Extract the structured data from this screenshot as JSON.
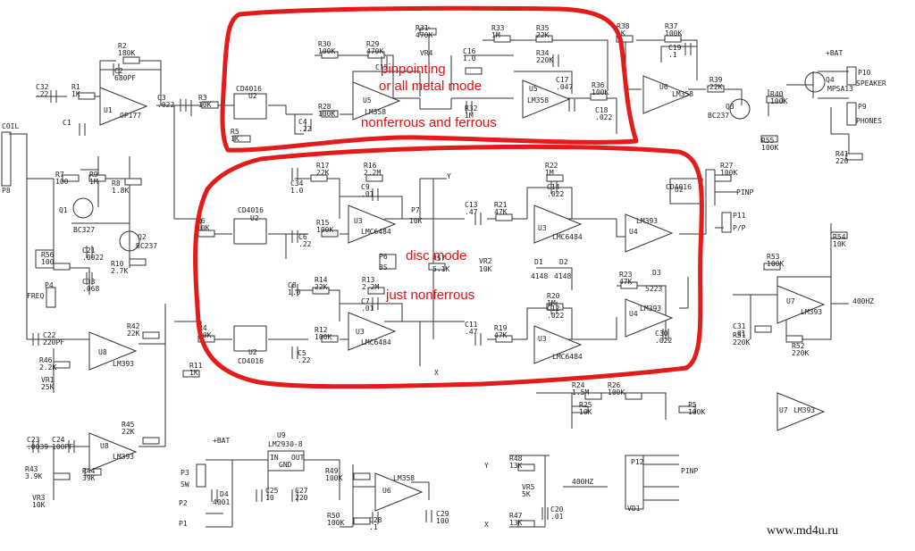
{
  "annotations": {
    "top_1": "pinpointing",
    "top_2": "or all metal mode",
    "top_3": "nonferrous and ferrous",
    "mid_1": "disc mode",
    "mid_2": "just nonferrous"
  },
  "watermark": "www.md4u.ru",
  "connectors": {
    "coil": "COIL",
    "p8": "P8",
    "freq": "FREQ",
    "p4": "P4",
    "p10": "P10",
    "speaker": "SPEAKER",
    "p9": "P9",
    "phones": "PHONES",
    "p11": "P11",
    "pp": "P/P",
    "pinp_a": "PINP",
    "pinp_b": "PINP",
    "out400": "400HZ",
    "in400": "400HZ",
    "p12": "P12",
    "vd1": "VD1",
    "p3": "P3",
    "sw": "SW",
    "p2": "P2",
    "p1": "P1",
    "bat_a": "+BAT",
    "bat_b": "+BAT",
    "y_a": "Y",
    "x_a": "X",
    "y_b": "Y",
    "x_b": "X",
    "p6": "P6",
    "bs": "BS",
    "vr2": "VR2",
    "vr2_val": "10K",
    "p7": "P7",
    "p7_val": "10K",
    "r57": "R57",
    "r57_val": "5.1K"
  },
  "ics": {
    "u1": "U1",
    "u1_type": "OP177",
    "u2a": "U2",
    "u2a_type": "CD4016",
    "u2b": "U2",
    "u2b_type": "CD4016",
    "u2c": "U2",
    "u2c_type": "CD4016",
    "u2d": "U2",
    "u2d_type": "CD4016",
    "u3a": "U3",
    "u3a_type": "LMC6484",
    "u3b": "U3",
    "u3b_type": "LMC6484",
    "u3c": "U3",
    "u3c_type": "LMC6484",
    "u3d": "U3",
    "u3d_type": "LMC6484",
    "u4a": "U4",
    "u4a_type": "LM393",
    "u4b": "U4",
    "u4b_type": "LM393",
    "u5a": "U5",
    "u5a_type": "LM358",
    "u5b": "U5",
    "u5b_type": "LM358",
    "u6a": "U6",
    "u6a_type": "LM358",
    "u6b": "U6",
    "u6b_type": "LM358",
    "u7a": "U7",
    "u7a_type": "LM393",
    "u7b": "U7",
    "u7b_type": "LM393",
    "u8a": "U8",
    "u8a_type": "LM393",
    "u8b": "U8",
    "u8b_type": "LM393",
    "u9": "U9",
    "u9_type": "LM2930-8",
    "in": "IN",
    "out": "OUT",
    "gnd": "GND",
    "q1": "Q1",
    "q1_type": "BC327",
    "q2": "Q2",
    "q2_type": "BC237",
    "q3": "Q3",
    "q3_type": "BC237",
    "q4": "Q4",
    "q4_type": "MPSA13",
    "d1": "D1",
    "d1_type": "4148",
    "d2": "D2",
    "d2_type": "4148",
    "d3": "D3",
    "d3_type": "5223",
    "d4": "D4",
    "d4_type": "4001"
  },
  "parts": [
    {
      "ref": "C32",
      "val": ".22"
    },
    {
      "ref": "R1",
      "val": "1K"
    },
    {
      "ref": "C1",
      "val": ""
    },
    {
      "ref": "R2",
      "val": "180K"
    },
    {
      "ref": "C2",
      "val": "680PF"
    },
    {
      "ref": "C3",
      "val": ".022"
    },
    {
      "ref": "R3",
      "val": "10K"
    },
    {
      "ref": "R5",
      "val": "1K"
    },
    {
      "ref": "C4",
      "val": ".22"
    },
    {
      "ref": "R28",
      "val": "100K"
    },
    {
      "ref": "R30",
      "val": "100K"
    },
    {
      "ref": "R29",
      "val": "470K"
    },
    {
      "ref": "C15",
      "val": ""
    },
    {
      "ref": "R31",
      "val": "470K"
    },
    {
      "ref": "VR4",
      "val": ""
    },
    {
      "ref": "R32",
      "val": "1M"
    },
    {
      "ref": "C16",
      "val": "1.0"
    },
    {
      "ref": "R33",
      "val": "1M"
    },
    {
      "ref": "R35",
      "val": "22K"
    },
    {
      "ref": "R34",
      "val": "220K"
    },
    {
      "ref": "C17",
      "val": ".047"
    },
    {
      "ref": "R36",
      "val": "100K"
    },
    {
      "ref": "C18",
      "val": ".022"
    },
    {
      "ref": "R38",
      "val": "1K"
    },
    {
      "ref": "R37",
      "val": "100K"
    },
    {
      "ref": "C19",
      "val": ".1"
    },
    {
      "ref": "R39",
      "val": "22K"
    },
    {
      "ref": "R40",
      "val": "100K"
    },
    {
      "ref": "R55",
      "val": "100K"
    },
    {
      "ref": "R41",
      "val": "220"
    },
    {
      "ref": "R7",
      "val": "100"
    },
    {
      "ref": "R9",
      "val": "1M"
    },
    {
      "ref": "R8",
      "val": "1.8K"
    },
    {
      "ref": "C21",
      "val": ".0022"
    },
    {
      "ref": "R10",
      "val": "2.7K"
    },
    {
      "ref": "R56",
      "val": "100"
    },
    {
      "ref": "C33",
      "val": ".068"
    },
    {
      "ref": "C34",
      "val": "1.0"
    },
    {
      "ref": "R17",
      "val": "22K"
    },
    {
      "ref": "R16",
      "val": "2.2M"
    },
    {
      "ref": "C9",
      "val": ".01"
    },
    {
      "ref": "R6",
      "val": "10K"
    },
    {
      "ref": "R15",
      "val": "100K"
    },
    {
      "ref": "C6",
      "val": ".22"
    },
    {
      "ref": "C13",
      "val": ".47"
    },
    {
      "ref": "R21",
      "val": "47K"
    },
    {
      "ref": "R22",
      "val": "1M"
    },
    {
      "ref": "C14",
      "val": ".022"
    },
    {
      "ref": "R27",
      "val": "100K"
    },
    {
      "ref": "C8",
      "val": "1.0"
    },
    {
      "ref": "R14",
      "val": "22K"
    },
    {
      "ref": "R13",
      "val": "2.2M"
    },
    {
      "ref": "C7",
      "val": ".01"
    },
    {
      "ref": "R4",
      "val": "10K"
    },
    {
      "ref": "R12",
      "val": "100K"
    },
    {
      "ref": "C5",
      "val": ".22"
    },
    {
      "ref": "R11",
      "val": "1K"
    },
    {
      "ref": "C11",
      "val": ".47"
    },
    {
      "ref": "R19",
      "val": "47K"
    },
    {
      "ref": "R20",
      "val": "1M"
    },
    {
      "ref": "C12",
      "val": ".022"
    },
    {
      "ref": "R23",
      "val": "47K"
    },
    {
      "ref": "C30",
      "val": ".022"
    },
    {
      "ref": "R53",
      "val": "100K"
    },
    {
      "ref": "R54",
      "val": "10K"
    },
    {
      "ref": "C31",
      "val": ".01"
    },
    {
      "ref": "R51",
      "val": "220K"
    },
    {
      "ref": "R52",
      "val": "220K"
    },
    {
      "ref": "C22",
      "val": "220PF"
    },
    {
      "ref": "R42",
      "val": "22K"
    },
    {
      "ref": "R46",
      "val": "2.2K"
    },
    {
      "ref": "VR1",
      "val": "25K"
    },
    {
      "ref": "C23",
      "val": ".0039"
    },
    {
      "ref": "C24",
      "val": "100PF"
    },
    {
      "ref": "R45",
      "val": "22K"
    },
    {
      "ref": "R43",
      "val": "3.9K"
    },
    {
      "ref": "R44",
      "val": "39K"
    },
    {
      "ref": "VR3",
      "val": "10K"
    },
    {
      "ref": "C25",
      "val": "10"
    },
    {
      "ref": "C27",
      "val": "220"
    },
    {
      "ref": "R49",
      "val": "100K"
    },
    {
      "ref": "R50",
      "val": "100K"
    },
    {
      "ref": "C28",
      "val": ".1"
    },
    {
      "ref": "C29",
      "val": "100"
    },
    {
      "ref": "R24",
      "val": "1.5M"
    },
    {
      "ref": "R25",
      "val": "10K"
    },
    {
      "ref": "R26",
      "val": "100K"
    },
    {
      "ref": "P5",
      "val": "100K"
    },
    {
      "ref": "R48",
      "val": "13K"
    },
    {
      "ref": "VR5",
      "val": "5K"
    },
    {
      "ref": "R47",
      "val": "13K"
    },
    {
      "ref": "C20",
      "val": ".01"
    }
  ]
}
